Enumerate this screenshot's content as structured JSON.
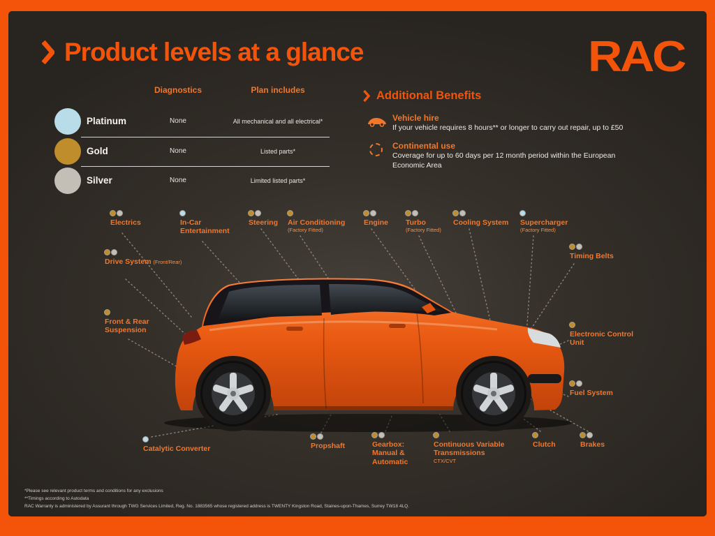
{
  "header": {
    "title": "Product levels at a glance",
    "logo_text": "RAC"
  },
  "plans_table": {
    "columns": [
      "Diagnostics",
      "Plan includes"
    ],
    "rows": [
      {
        "name": "Platinum",
        "swatch": "platinum",
        "diagnostics": "None",
        "plan_includes": "All mechanical and all electrical*"
      },
      {
        "name": "Gold",
        "swatch": "gold",
        "diagnostics": "None",
        "plan_includes": "Listed parts*"
      },
      {
        "name": "Silver",
        "swatch": "silver",
        "diagnostics": "None",
        "plan_includes": "Limited listed parts*"
      }
    ]
  },
  "benefits": {
    "title": "Additional Benefits",
    "items": [
      {
        "title": "Vehicle hire",
        "icon": "car-icon",
        "description": "If your vehicle requires 8 hours** or longer to carry out repair, up to £50"
      },
      {
        "title": "Continental use",
        "icon": "dashed-circle-icon",
        "description": "Coverage for up to 60 days per 12 month period within the European Economic Area"
      }
    ]
  },
  "car_labels": [
    {
      "id": "electrics",
      "label": "Electrics",
      "dots": [
        "gold",
        "silver"
      ]
    },
    {
      "id": "in-car-entertainment",
      "label": "In-Car Entertainment",
      "dots": [
        "platinum"
      ]
    },
    {
      "id": "steering",
      "label": "Steering",
      "dots": [
        "gold",
        "silver"
      ]
    },
    {
      "id": "air-conditioning",
      "label": "Air Conditioning",
      "sublabel": "(Factory Fitted)",
      "dots": [
        "gold"
      ]
    },
    {
      "id": "engine",
      "label": "Engine",
      "dots": [
        "gold",
        "silver"
      ]
    },
    {
      "id": "turbo",
      "label": "Turbo",
      "sublabel": "(Factory Fitted)",
      "dots": [
        "gold",
        "silver"
      ]
    },
    {
      "id": "cooling-system",
      "label": "Cooling System",
      "dots": [
        "gold",
        "silver"
      ]
    },
    {
      "id": "supercharger",
      "label": "Supercharger",
      "sublabel": "(Factory Fitted)",
      "dots": [
        "platinum"
      ]
    },
    {
      "id": "timing-belts",
      "label": "Timing Belts",
      "dots": [
        "gold",
        "silver"
      ]
    },
    {
      "id": "drive-system",
      "label": "Drive System",
      "sublabel": "(Front/Rear)",
      "dots": [
        "gold",
        "silver"
      ]
    },
    {
      "id": "front-rear-suspension",
      "label": "Front & Rear Suspension",
      "dots": [
        "gold"
      ]
    },
    {
      "id": "electronic-control-unit",
      "label": "Electronic Control Unit",
      "dots": [
        "gold"
      ]
    },
    {
      "id": "fuel-system",
      "label": "Fuel System",
      "dots": [
        "gold",
        "silver"
      ]
    },
    {
      "id": "catalytic-converter",
      "label": "Catalytic Converter",
      "dots": [
        "platinum"
      ]
    },
    {
      "id": "propshaft",
      "label": "Propshaft",
      "dots": [
        "gold",
        "silver"
      ]
    },
    {
      "id": "gearbox",
      "label": "Gearbox: Manual & Automatic",
      "dots": [
        "gold",
        "silver"
      ]
    },
    {
      "id": "cvt",
      "label": "Continuous Variable Transmissions",
      "sublabel": "CTX/CVT",
      "dots": [
        "gold"
      ]
    },
    {
      "id": "clutch",
      "label": "Clutch",
      "dots": [
        "gold"
      ]
    },
    {
      "id": "brakes",
      "label": "Brakes",
      "dots": [
        "gold",
        "silver"
      ]
    }
  ],
  "footnotes": [
    "*Please see relevant product terms and conditions for any exclusions",
    "**Timings according to Autodata",
    "RAC Warranty is administered by Assurant through TWG Services Limited, Reg. No. 1883565 whose registered address is TWENTY Kingston Road, Staines-upon-Thames, Surrey TW18 4LQ."
  ],
  "colors": {
    "accent": "#f4540a",
    "label_orange": "#f2772b",
    "platinum": "#b9dde8",
    "gold": "#bf8d2b",
    "silver": "#c3bfb7",
    "panel_bg": "#2d2927",
    "car_body": "#e85a17"
  }
}
